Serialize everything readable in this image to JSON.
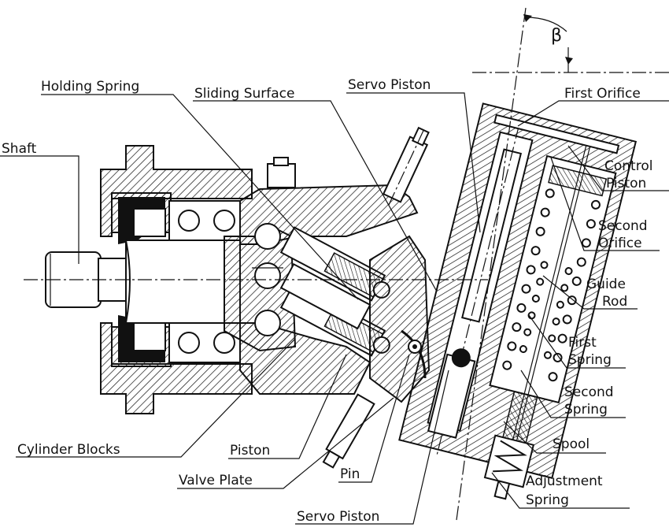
{
  "labels": {
    "holding_spring": "Holding Spring",
    "sliding_surface": "Sliding Surface",
    "servo_piston_top": "Servo Piston",
    "first_orifice": "First Orifice",
    "control_piston_1": "Control",
    "control_piston_2": "Piston",
    "second_orifice_1": "Second",
    "second_orifice_2": "Orifice",
    "guide_rod_1": "Guide",
    "guide_rod_2": "Rod",
    "first_spring_1": "First",
    "first_spring_2": "Spring",
    "second_spring_1": "Second",
    "second_spring_2": "Spring",
    "spool": "Spool",
    "adjustment_spring_1": "Adjustment",
    "adjustment_spring_2": "Spring",
    "shaft": "Shaft",
    "cylinder_blocks": "Cylinder Blocks",
    "piston": "Piston",
    "valve_plate": "Valve Plate",
    "pin": "Pin",
    "servo_piston_bottom": "Servo Piston",
    "beta": "β"
  }
}
